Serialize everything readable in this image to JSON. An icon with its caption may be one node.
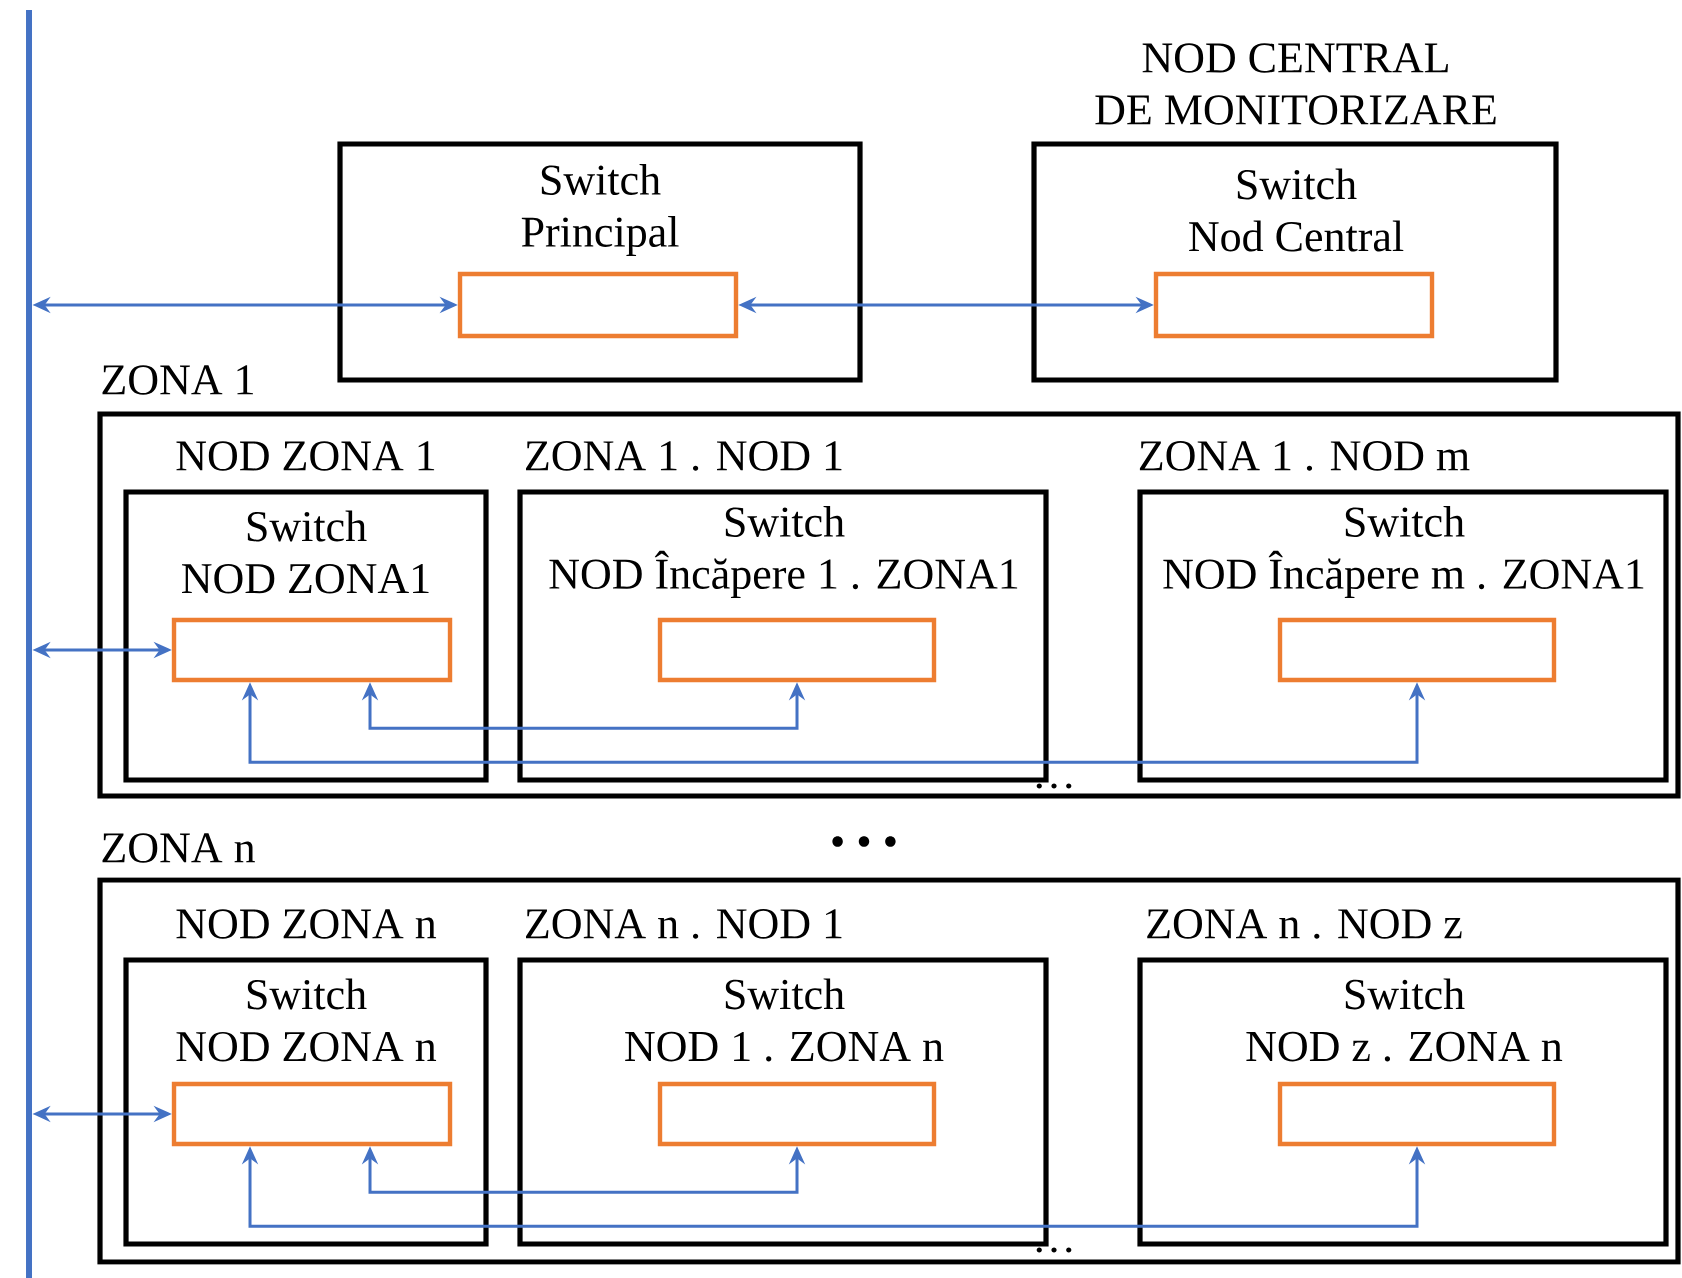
{
  "diagram": {
    "nodes": [
      {
        "text": [],
        "shape": "bar"
      },
      {
        "text": [
          "Switch Principal"
        ]
      },
      {
        "text": [],
        "shape": "box",
        "in": 1
      },
      {
        "text": [
          "NOD CENTRAL DE MONITORIZARE",
          "Switch Nod Central"
        ]
      },
      {
        "text": [],
        "shape": "box",
        "in": 3
      },
      {
        "text": [
          "ZONA 1"
        ]
      },
      {
        "text": [
          "NOD ZONA 1",
          "Switch NOD ZONA1"
        ],
        "in": 5
      },
      {
        "text": [],
        "shape": "box",
        "in": 6
      },
      {
        "text": [
          "ZONA 1 . NOD 1",
          "Switch NOD Încăpere 1 . ZONA1"
        ],
        "in": 5
      },
      {
        "text": [],
        "shape": "box",
        "in": 8
      },
      {
        "text": [
          "ZONA 1 . NOD m",
          "Switch NOD Încăpere m . ZONA1"
        ],
        "in": 5
      },
      {
        "text": [],
        "shape": "box",
        "in": 10
      },
      {
        "text": [
          "ZONA n"
        ]
      },
      {
        "text": [
          "NOD ZONA n",
          "Switch NOD ZONA n"
        ],
        "in": 12
      },
      {
        "text": [],
        "shape": "box",
        "in": 13
      },
      {
        "text": [
          "ZONA n . NOD 1",
          "Switch NOD 1 . ZONA n"
        ],
        "in": 12
      },
      {
        "text": [],
        "shape": "box",
        "in": 15
      },
      {
        "text": [
          "ZONA n . NOD z",
          "Switch NOD z . ZONA n"
        ],
        "in": 12
      },
      {
        "text": [],
        "shape": "box",
        "in": 17
      }
    ],
    "edges": [
      {
        "from": 0,
        "to": 2,
        "arrow": "both"
      },
      {
        "from": 2,
        "to": 4,
        "arrow": "both"
      },
      {
        "from": 0,
        "to": 7,
        "arrow": "both"
      },
      {
        "from": 7,
        "to": 9,
        "arrow": "both"
      },
      {
        "from": 7,
        "to": 11,
        "arrow": "both"
      },
      {
        "from": 0,
        "to": 14,
        "arrow": "both"
      },
      {
        "from": 14,
        "to": 16,
        "arrow": "both"
      },
      {
        "from": 14,
        "to": 18,
        "arrow": "both"
      }
    ],
    "labels": [
      "…",
      "• • •",
      "…"
    ]
  }
}
